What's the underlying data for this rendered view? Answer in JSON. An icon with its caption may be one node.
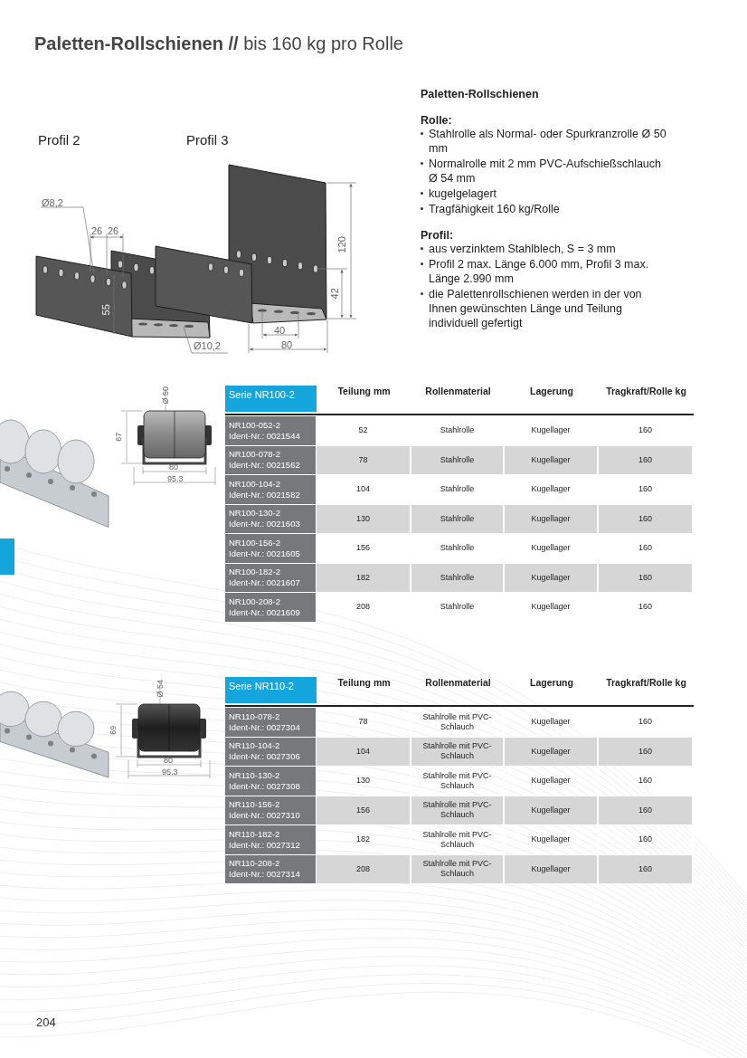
{
  "diagram": {
    "title": "**Paletten-Rollschienen** **//** bis 160 kg pro Rolle",
    "labels": [
      "Profil 2",
      "Profil 3",
      "Ø8,2",
      "26",
      "26",
      "55",
      "Ø10,2",
      "120",
      "42",
      "40",
      "80",
      "Paletten-Rollschienen",
      "Rolle:",
      "Stahlrolle als Normal- oder Spurkranzrolle Ø 50 mm",
      "Normalrolle mit 2 mm PVC-Aufschießschlauch Ø 54 mm",
      "kugelgelagert",
      "Tragfähigkeit 160 kg/Rolle",
      "Profil:",
      "aus verzinktem Stahlblech, S = 3 mm",
      "Profil 2 max. Länge 6.000 mm, Profil 3 max. Länge 2.990 mm",
      "die Palettenrollschienen werden in der von Ihnen gewünschten Länge und Teilung individuell gefertigt",
      "Ø 50",
      "67",
      "80",
      "95.3",
      "Serie NR100-2",
      "Teilung mm",
      "Rollenmaterial",
      "Lagerung",
      "Tragkraft/Rolle kg",
      "NR100-052-2",
      "Ident-Nr.: 0021544",
      "52",
      "Stahlrolle",
      "Kugellager",
      "160",
      "NR100-078-2",
      "Ident-Nr.: 0021562",
      "78",
      "Stahlrolle",
      "Kugellager",
      "160",
      "NR100-104-2",
      "Ident-Nr.: 0021582",
      "104",
      "Stahlrolle",
      "Kugellager",
      "160",
      "NR100-130-2",
      "Ident-Nr.: 0021603",
      "130",
      "Stahlrolle",
      "Kugellager",
      "160",
      "NR100-156-2",
      "Ident-Nr.: 0021605",
      "156",
      "Stahlrolle",
      "Kugellager",
      "160",
      "NR100-182-2",
      "Ident-Nr.: 0021607",
      "182",
      "Stahlrolle",
      "Kugellager",
      "160",
      "NR100-208-2",
      "Ident-Nr.: 0021609",
      "208",
      "Stahlrolle",
      "Kugellager",
      "160",
      "Ø 54",
      "69",
      "80",
      "95.3",
      "Serie NR110-2",
      "Teilung mm",
      "Rollenmaterial",
      "Lagerung",
      "Tragkraft/Rolle kg",
      "NR110-078-2",
      "Ident-Nr.: 0027304",
      "78",
      "Stahlrolle mit PVC-Schlauch",
      "Kugellager",
      "160",
      "NR110-104-2",
      "Ident-Nr.: 0027306",
      "104",
      "Stahlrolle mit PVC-Schlauch",
      "Kugellager",
      "160",
      "NR110-130-2",
      "Ident-Nr.: 0027308",
      "130",
      "Stahlrolle mit PVC-Schlauch",
      "Kugellager",
      "160",
      "NR110-156-2",
      "Ident-Nr.: 0027310",
      "156",
      "Stahlrolle mit PVC-Schlauch",
      "Kugellager",
      "160",
      "NR110-182-2",
      "Ident-Nr.: 0027312",
      "182",
      "Stahlrolle mit PVC-Schlauch",
      "Kugellager",
      "160",
      "NR110-208-2",
      "Ident-Nr.: 0027314",
      "208",
      "Stahlrolle mit PVC-Schlauch",
      "Kugellager",
      "160",
      "204"
    ]
  }
}
